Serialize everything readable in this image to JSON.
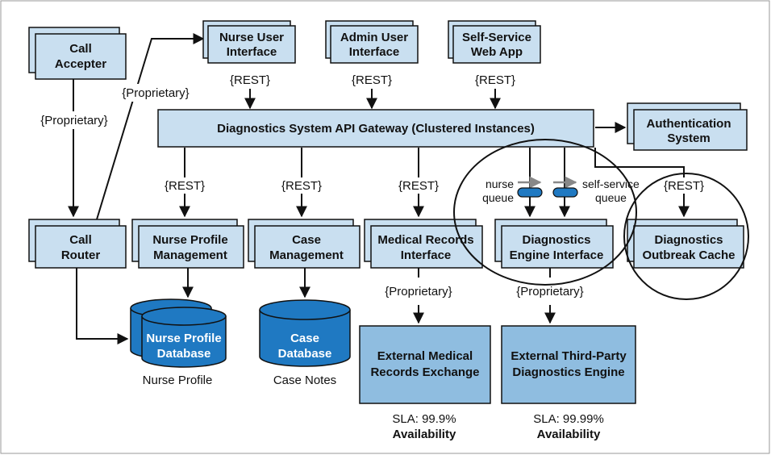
{
  "colors": {
    "box_fill": "#c9dff0",
    "box_stroke": "#111111",
    "external_fill": "#8fbde0",
    "database_fill": "#1f79c2",
    "queue_fill": "#1f79c2",
    "queue_arrow": "#888888"
  },
  "nodes": {
    "call_accepter": [
      "Call",
      "Accepter"
    ],
    "nurse_ui": [
      "Nurse User",
      "Interface"
    ],
    "admin_ui": [
      "Admin User",
      "Interface"
    ],
    "self_service": [
      "Self-Service",
      "Web App"
    ],
    "api_gateway": [
      "Diagnostics System API Gateway (Clustered Instances)"
    ],
    "auth_system": [
      "Authentication",
      "System"
    ],
    "call_router": [
      "Call",
      "Router"
    ],
    "nurse_profile_mgmt": [
      "Nurse Profile",
      "Management"
    ],
    "case_mgmt": [
      "Case",
      "Management"
    ],
    "medical_records_if": [
      "Medical Records",
      "Interface"
    ],
    "diag_engine_if": [
      "Diagnostics",
      "Engine Interface"
    ],
    "outbreak_cache": [
      "Diagnostics",
      "Outbreak Cache"
    ],
    "ext_medical": [
      "External Medical",
      "Records Exchange"
    ],
    "ext_diag": [
      "External Third-Party",
      "Diagnostics Engine"
    ]
  },
  "databases": {
    "nurse_db": {
      "label": [
        "Nurse Profile",
        "Database"
      ],
      "caption": "Nurse Profile"
    },
    "case_db": {
      "label": [
        "Case",
        "Database"
      ],
      "caption": "Case Notes"
    }
  },
  "edge_labels": {
    "accepter_router": "{Proprietary}",
    "router_nurse_ui": "{Proprietary}",
    "nurse_rest": "{REST}",
    "admin_rest": "{REST}",
    "self_rest": "{REST}",
    "nurse_mgmt_rest": "{REST}",
    "case_rest": "{REST}",
    "medical_rest": "{REST}",
    "cache_rest": "{REST}",
    "medical_proprietary": "{Proprietary}",
    "diag_proprietary": "{Proprietary}"
  },
  "queues": {
    "nurse_queue": [
      "nurse",
      "queue"
    ],
    "self_service_queue": [
      "self-service",
      "queue"
    ]
  },
  "sla": {
    "medical": [
      "SLA: 99.9%",
      "Availability"
    ],
    "diag": [
      "SLA: 99.99%",
      "Availability"
    ]
  }
}
